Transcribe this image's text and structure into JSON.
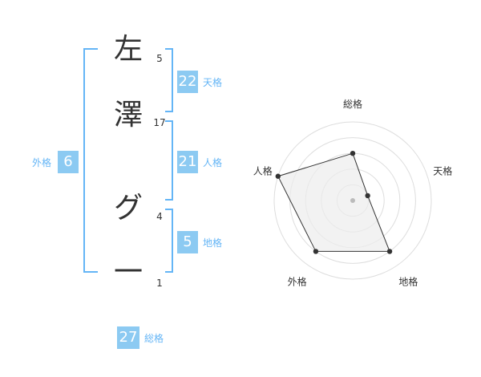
{
  "name_chars": [
    {
      "char": "左",
      "strokes": "5"
    },
    {
      "char": "澤",
      "strokes": "17"
    },
    {
      "char": "グ",
      "strokes": "4"
    },
    {
      "char": "一",
      "strokes": "1"
    }
  ],
  "kakusu": {
    "tenkaku": {
      "value": "22",
      "label": "天格"
    },
    "jinkaku": {
      "value": "21",
      "label": "人格"
    },
    "chikaku": {
      "value": "5",
      "label": "地格"
    },
    "gaikaku": {
      "value": "6",
      "label": "外格"
    },
    "soukaku": {
      "value": "27",
      "label": "総格"
    }
  },
  "radar": {
    "axes": [
      "総格",
      "天格",
      "地格",
      "外格",
      "人格"
    ],
    "levels": 5,
    "values": [
      0.6,
      0.2,
      0.8,
      0.8,
      1.0
    ]
  },
  "colors": {
    "accent": "#64b5f6",
    "box": "#8ccaf2",
    "text": "#333333",
    "radar_fill": "#ececec",
    "radar_grid": "#dddddd"
  }
}
